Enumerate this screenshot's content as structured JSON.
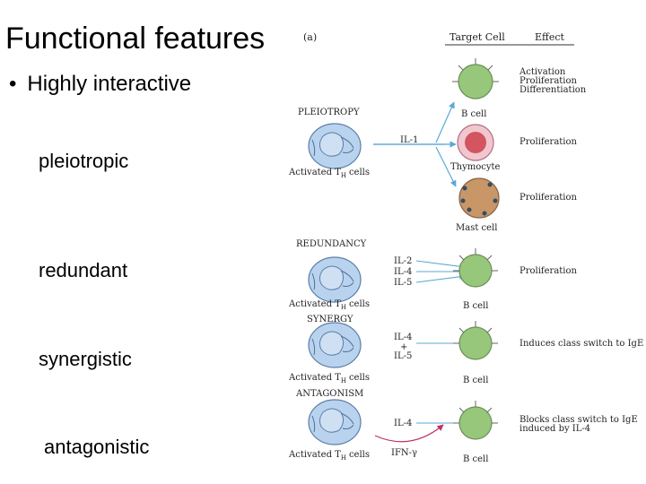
{
  "slide": {
    "title": "Functional features",
    "bullet": "Highly interactive",
    "labels": [
      "pleiotropic",
      "redundant",
      "synergistic",
      "antagonistic"
    ]
  },
  "figure": {
    "panel_label": "(a)",
    "col_target": "Target Cell",
    "col_effect": "Effect",
    "sections": {
      "pleiotropy": "PLEIOTROPY",
      "redundancy": "REDUNDANCY",
      "synergy": "SYNERGY",
      "antagonism": "ANTAGONISM"
    },
    "activated": "Activated T",
    "sub_h": "H",
    "cells_word": "cells",
    "cytokines": {
      "il1": "IL-1",
      "il2": "IL-2",
      "il4": "IL-4",
      "il5": "IL-5",
      "plus": "+",
      "ifn": "IFN-γ"
    },
    "target_cells": {
      "bcell": "B cell",
      "thymocyte": "Thymocyte",
      "mast": "Mast cell"
    },
    "effects": {
      "activation": "Activation",
      "proliferation": "Proliferation",
      "differentiation": "Differentiation",
      "class_switch": "Induces class switch to IgE",
      "blocks_1": "Blocks class switch to IgE",
      "blocks_2": "induced by IL-4"
    },
    "colors": {
      "thcell": "#b9d3ef",
      "bcell": "#97c77a",
      "thymocyte": "#d2555f",
      "mast": "#c99668",
      "arrow": "#5aa8d6",
      "ifn_arrow": "#c0306a"
    }
  }
}
